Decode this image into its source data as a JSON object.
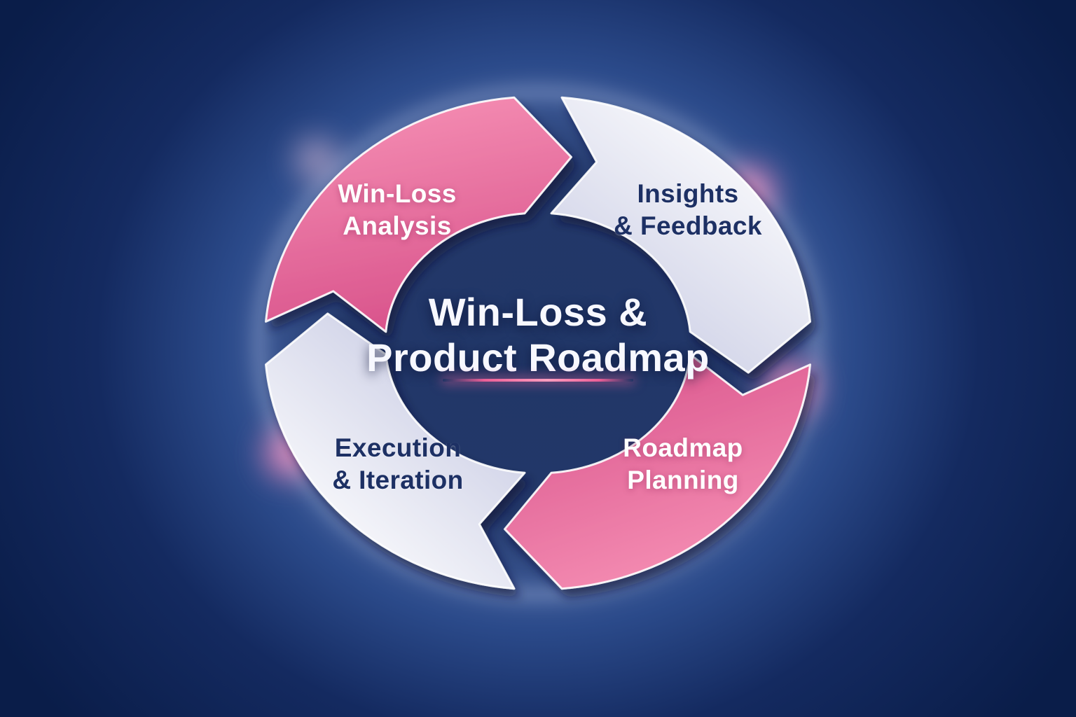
{
  "diagram": {
    "type": "cycle",
    "direction": "clockwise",
    "title": {
      "line1": "Win-Loss &",
      "line2": "Product Roadmap"
    },
    "segments": [
      {
        "name": "win-loss-analysis",
        "position": "top-left",
        "style": "pink",
        "label_line1": "Win-Loss",
        "label_line2": "Analysis"
      },
      {
        "name": "insights-feedback",
        "position": "top-right",
        "style": "white",
        "label_line1": "Insights",
        "label_line2": "& Feedback"
      },
      {
        "name": "roadmap-planning",
        "position": "bottom-right",
        "style": "pink",
        "label_line1": "Roadmap",
        "label_line2": "Planning"
      },
      {
        "name": "execution-iteration",
        "position": "bottom-left",
        "style": "white",
        "label_line1": "Execution",
        "label_line2": "& Iteration"
      }
    ],
    "colors": {
      "background_center": "#213768",
      "background_edge": "#0a1d49",
      "pink_light": "#f792b6",
      "pink_deep": "#d9548c",
      "white_light": "#ffffff",
      "lavender": "#c7cae3",
      "navy_label": "#1d3064",
      "white_label": "#ffffff",
      "title": "#f7f8ff",
      "divider": "#ec5f97",
      "divider_bright": "#ff9dbf",
      "glow_pink": "#ff8ec0",
      "glow_white": "#e4eaff"
    }
  }
}
